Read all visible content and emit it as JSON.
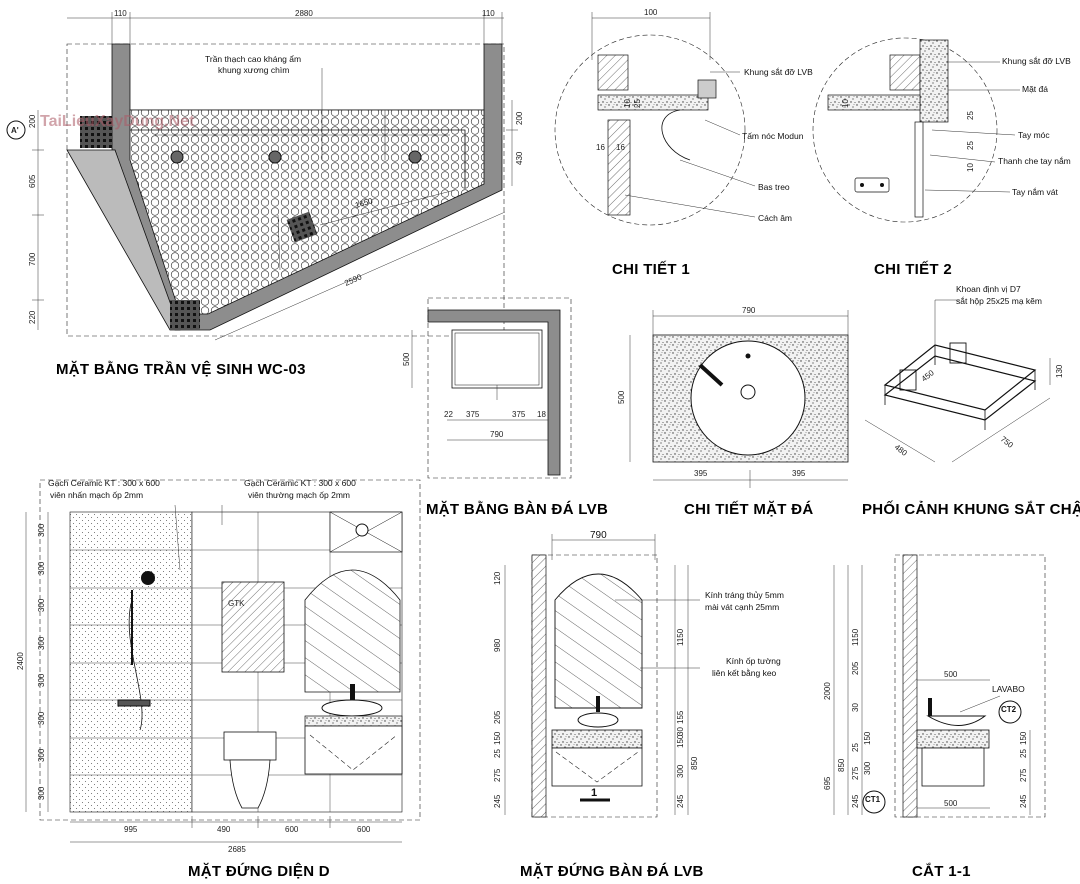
{
  "titles": {
    "plan_ceiling": "MẶT BẰNG TRẦN VỆ SINH WC-03",
    "detail1": "CHI TIẾT 1",
    "detail2": "CHI TIẾT 2",
    "plan_counter": "MẶT BẰNG BÀN ĐÁ LVB",
    "detail_top": "CHI TIẾT MẶT ĐÁ",
    "perspective": "PHỐI CẢNH KHUNG SẮT CHẬU",
    "elev_d": "MẶT ĐỨNG DIỆN D",
    "elev_counter": "MẶT ĐỨNG BÀN ĐÁ LVB",
    "section": "CẮT 1-1"
  },
  "plan": {
    "dims_top": [
      "110",
      "2880",
      "110"
    ],
    "dims_left": [
      "200",
      "605",
      "700",
      "220"
    ],
    "dims_right": [
      "200",
      "430"
    ],
    "dim_diag": "2590",
    "dim_diag2": "1650",
    "note_ceiling_l1": "Trần thạch cao  kháng ẩm",
    "note_ceiling_l2": "khung xương chìm",
    "marker": "A'",
    "watermark": "TaiLieuXayDung.Net"
  },
  "detail1": {
    "dim_top": "100",
    "dims_small": [
      "16",
      "16",
      "25",
      "10"
    ],
    "labels": [
      "Khung sắt đỡ LVB",
      "Tấm nóc Modun",
      "Bas treo",
      "Cách âm"
    ]
  },
  "detail2": {
    "dims_small": [
      "25",
      "25",
      "10",
      "10"
    ],
    "labels": [
      "Khung sắt đỡ LVB",
      "Mặt đá",
      "Tay móc",
      "Thanh che tay nắm",
      "Tay nắm vát"
    ]
  },
  "counter_plan": {
    "dim_depth": "500",
    "dims_bottom": [
      "22",
      "375",
      "375",
      "18"
    ],
    "dim_total": "790"
  },
  "top_detail": {
    "dim_width": "790",
    "dim_depth": "500",
    "dims_bottom": [
      "395",
      "395"
    ]
  },
  "frame": {
    "note_l1": "Khoan định vị D7",
    "note_l2": "sắt hộp 25x25 mạ kẽm",
    "dims": [
      "450",
      "130",
      "480",
      "750"
    ]
  },
  "elev_d": {
    "note_left_l1": "Gạch Ceramic KT : 300 x 600",
    "note_left_l2": "viên nhấn mạch ốp 2mm",
    "note_right_l1": "Gạch Ceramic KT : 300 x 600",
    "note_right_l2": "viên thường mạch ốp 2mm",
    "dims_left": [
      "300",
      "300",
      "300",
      "300",
      "300",
      "300",
      "300",
      "300"
    ],
    "dim_height": "2400",
    "dims_bottom": [
      "995",
      "490",
      "600",
      "600"
    ],
    "dim_total": "2685",
    "towel_label": "GTK"
  },
  "elev_counter": {
    "dim_width": "790",
    "dims_left": [
      "120",
      "980",
      "205",
      "150",
      "25",
      "275",
      "245"
    ],
    "dims_right": [
      "1150",
      "155",
      "30",
      "150",
      "300",
      "850",
      "245"
    ],
    "note1_l1": "Kính tráng thủy 5mm",
    "note1_l2": "mài vát cạnh 25mm",
    "note2_l1": "Kính ốp tường",
    "note2_l2": "liên kết bằng keo",
    "section_mark": "1"
  },
  "section": {
    "dims_left": [
      "1150",
      "205",
      "30",
      "150",
      "25",
      "300",
      "275",
      "245"
    ],
    "dims_outer": [
      "2000",
      "850",
      "695"
    ],
    "dims_right": [
      "150",
      "25",
      "275",
      "245"
    ],
    "dim_top": "500",
    "dim_bottom": "500",
    "label": "LAVABO",
    "tags": [
      "CT2",
      "CT1"
    ]
  }
}
